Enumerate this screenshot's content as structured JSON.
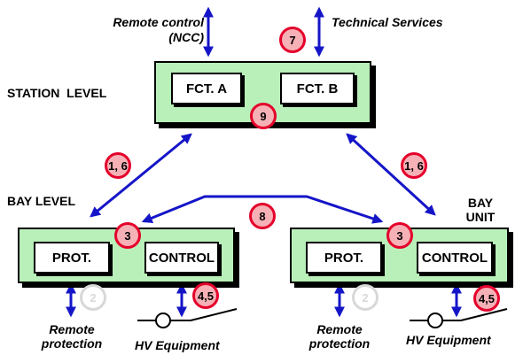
{
  "labels": {
    "remote_control": "Remote control\n(NCC)",
    "technical_services": "Technical Services",
    "station_level": "STATION  LEVEL",
    "bay_level": "BAY LEVEL",
    "bay_unit": "BAY\nUNIT",
    "remote_protection_left": "Remote\nprotection",
    "remote_protection_right": "Remote\nprotection",
    "hv_equipment_left": "HV Equipment",
    "hv_equipment_right": "HV Equipment"
  },
  "station": {
    "fct_a": "FCT. A",
    "fct_b": "FCT. B"
  },
  "bay_left": {
    "prot": "PROT.",
    "control": "CONTROL"
  },
  "bay_right": {
    "prot": "PROT.",
    "control": "CONTROL"
  },
  "badges": {
    "b7": "7",
    "b9": "9",
    "b16_left": "1, 6",
    "b16_right": "1, 6",
    "b8": "8",
    "b3_left": "3",
    "b3_right": "3",
    "b2_left": "2",
    "b2_right": "2",
    "b45_left": "4,5",
    "b45_right": "4,5"
  },
  "colors": {
    "arrow": "#1515c8",
    "box_fill": "#b9f0b9",
    "badge_fill": "#f6b1b6",
    "badge_border": "#e4002b",
    "badge_disabled": "#d8d8d8"
  }
}
